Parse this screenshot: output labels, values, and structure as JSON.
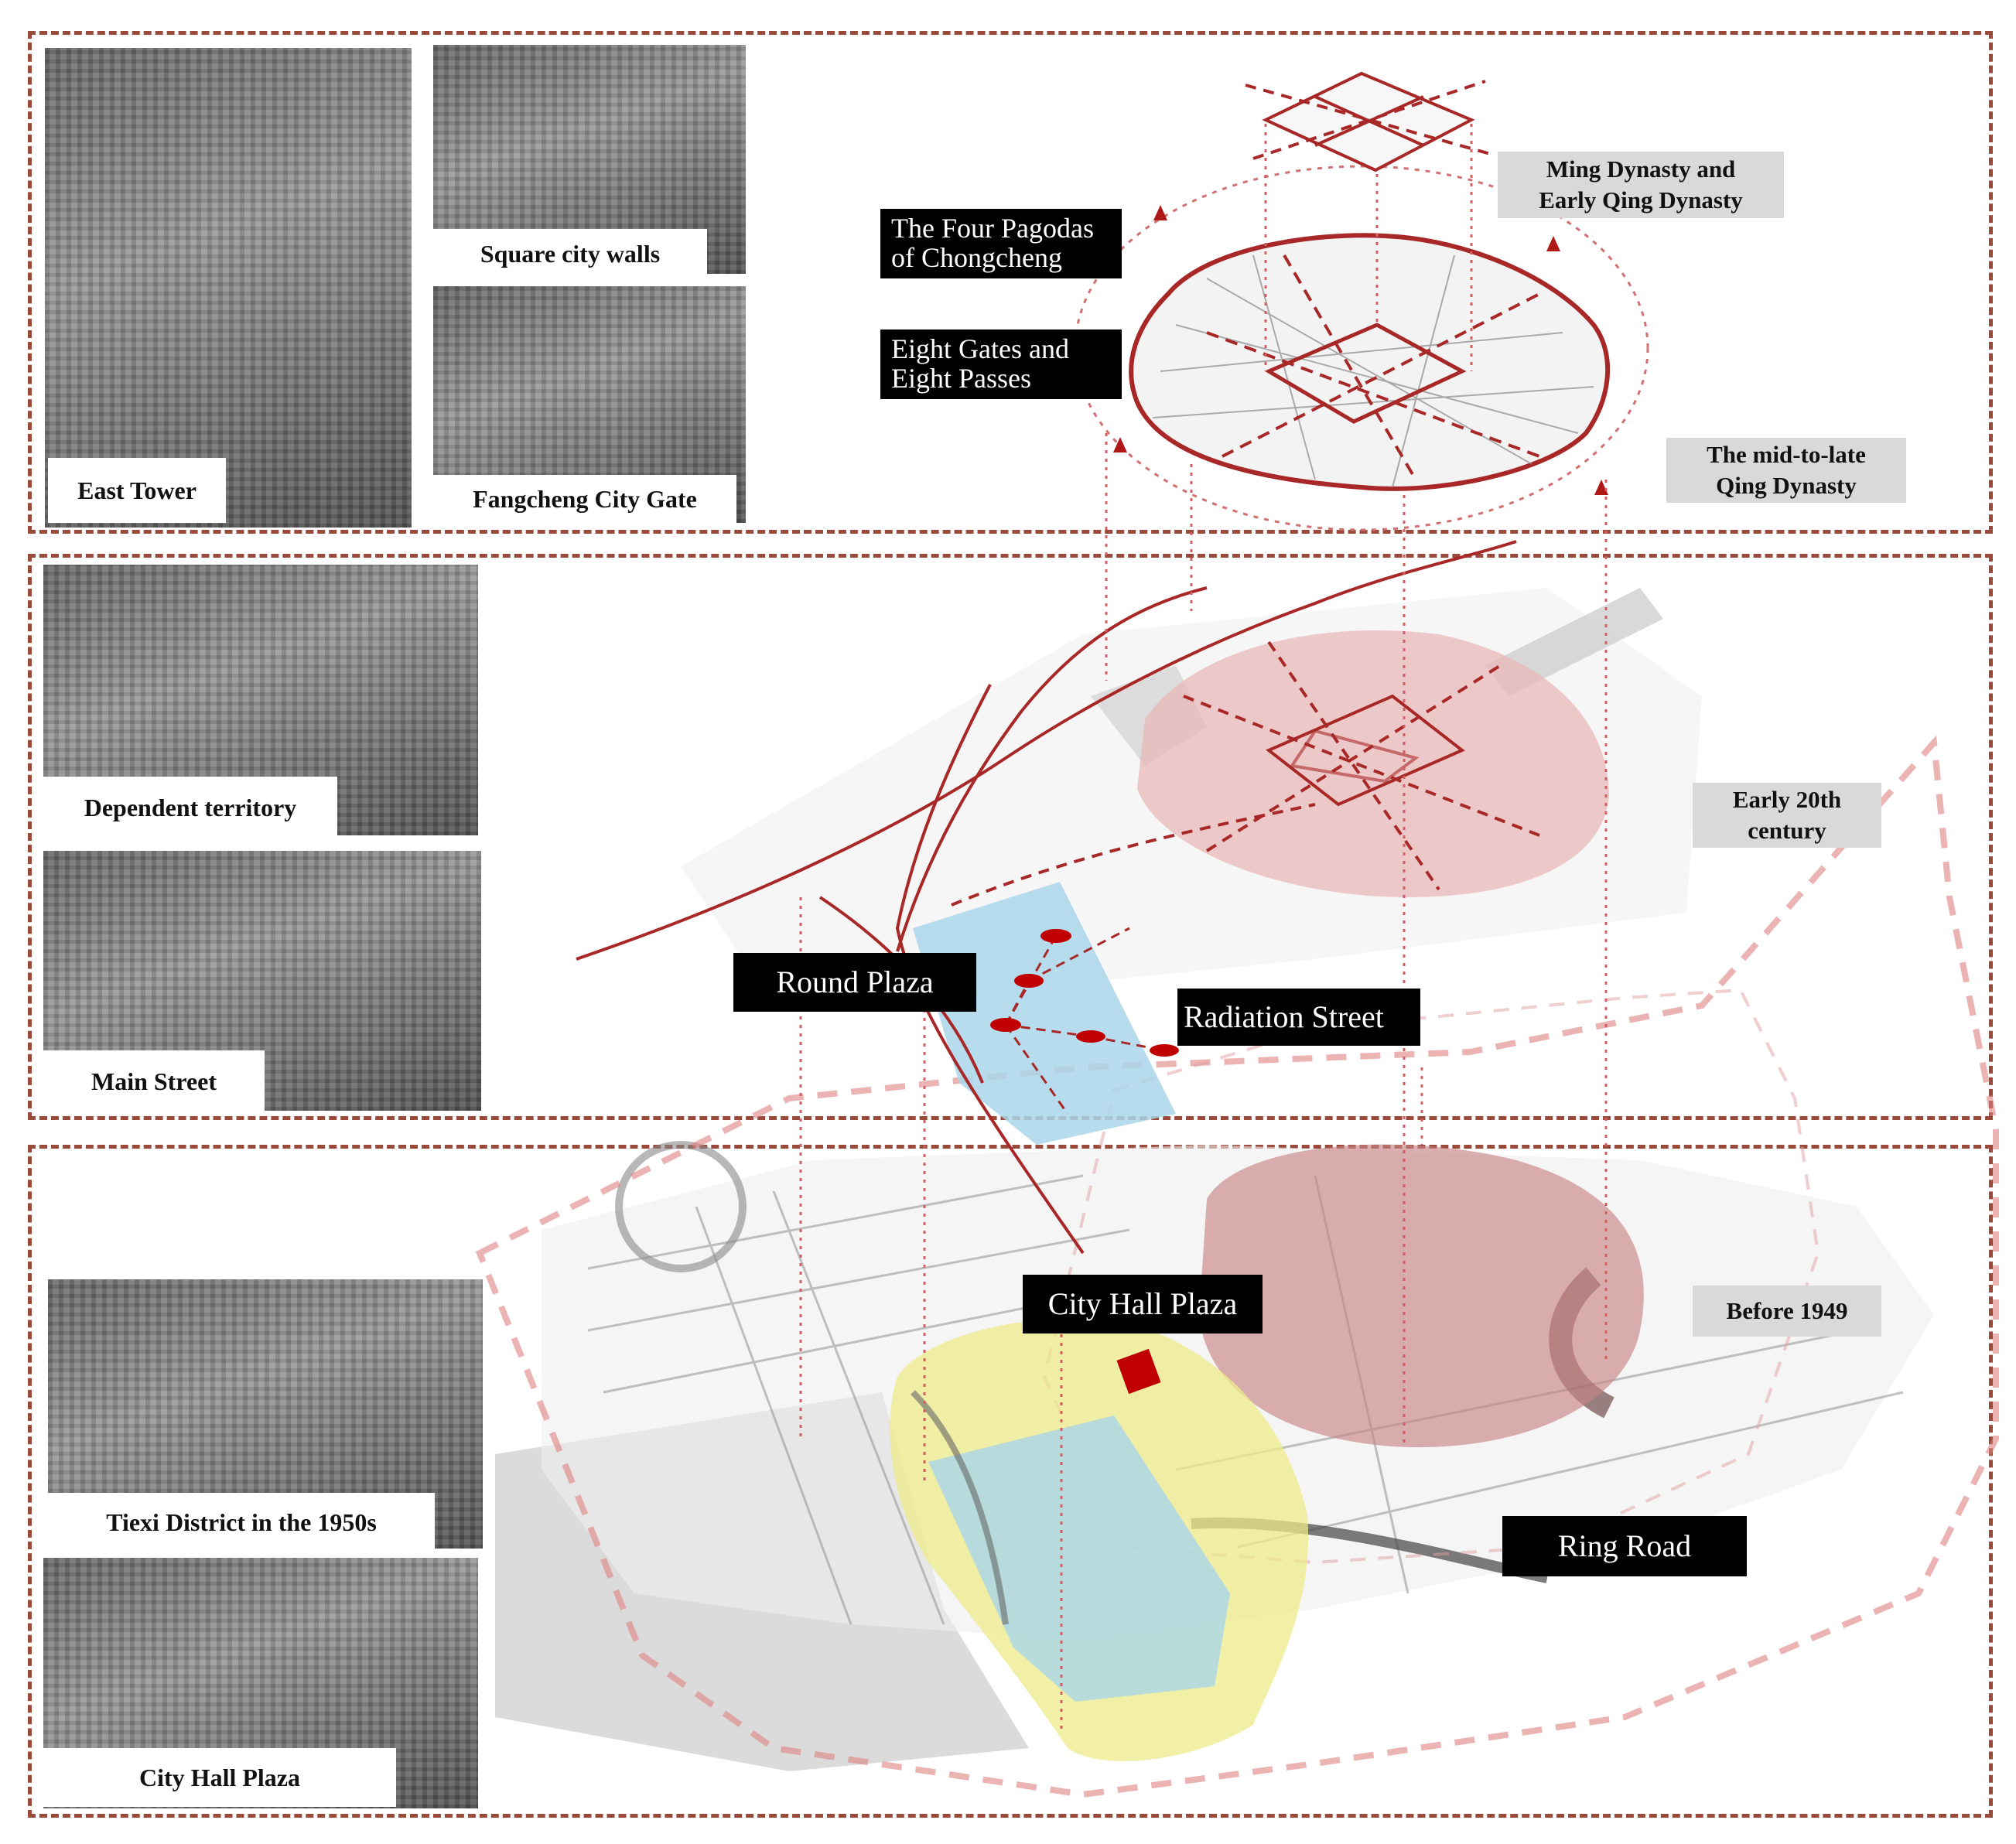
{
  "photos": {
    "east_tower": "East Tower",
    "square_walls": "Square city walls",
    "fangcheng_gate": "Fangcheng City Gate",
    "dependent_territory": "Dependent territory",
    "main_street": "Main Street",
    "tiexi_district": "Tiexi District in the 1950s",
    "city_hall_plaza_photo": "City Hall Plaza"
  },
  "eras": {
    "ming_qing": "Ming Dynasty and\nEarly Qing Dynasty",
    "mid_late_qing": "The mid-to-late\nQing Dynasty",
    "early_20th": "Early 20th\ncentury",
    "before_1949": "Before 1949"
  },
  "labels": {
    "four_pagodas": "The Four Pagodas\nof Chongcheng",
    "eight_gates": "Eight Gates and\nEight Passes",
    "round_plaza": "Round Plaza",
    "radiation_street": "Radiation Street",
    "city_hall_plaza": "City Hall Plaza",
    "ring_road": "Ring Road"
  },
  "colors": {
    "panel_border": "#9a4a3a",
    "road_red": "#a82828",
    "zone_pink": "#e9b8b8",
    "zone_blue": "#a9d6ea",
    "zone_yellow": "#eeea8a",
    "zone_grey": "#cfcfcf",
    "caption_bg": "#d9d9d9",
    "label_bg": "#000000"
  }
}
